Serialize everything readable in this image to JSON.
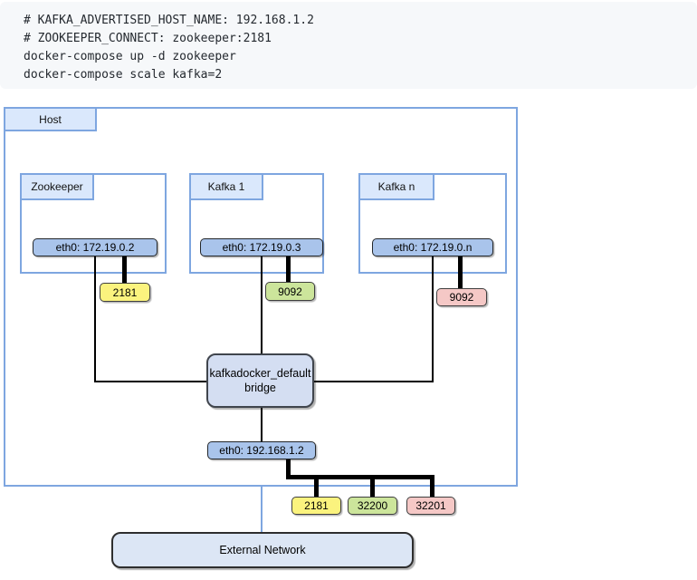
{
  "code_block": {
    "lines": [
      "# KAFKA_ADVERTISED_HOST_NAME: 192.168.1.2",
      "# ZOOKEEPER_CONNECT: zookeeper:2181",
      "docker-compose up -d zookeeper",
      "docker-compose scale kafka=2"
    ]
  },
  "diagram": {
    "host_label": "Host",
    "containers": [
      {
        "label": "Zookeeper",
        "eth": "eth0: 172.19.0.2",
        "port": "2181",
        "port_color": "yellow"
      },
      {
        "label": "Kafka 1",
        "eth": "eth0: 172.19.0.3",
        "port": "9092",
        "port_color": "green"
      },
      {
        "label": "Kafka n",
        "eth": "eth0: 172.19.0.n",
        "port": "9092",
        "port_color": "pink"
      }
    ],
    "bridge": {
      "line1": "kafkadocker_default",
      "line2": "bridge"
    },
    "host_eth": "eth0: 192.168.1.2",
    "host_ports": [
      {
        "label": "2181",
        "color": "yellow"
      },
      {
        "label": "32200",
        "color": "green"
      },
      {
        "label": "32201",
        "color": "pink"
      }
    ],
    "external_label": "External Network"
  },
  "colors": {
    "yellow": "#FBF37E",
    "green": "#CCE59B",
    "pink": "#F5C8C6",
    "eth_fill": "#A9C4EB",
    "panel_fill": "#DAE8FC",
    "bridge_fill": "#D4DEF2",
    "external_fill": "#DCE6F5",
    "border_blue": "#7EA6E0",
    "line_black": "#000000"
  }
}
